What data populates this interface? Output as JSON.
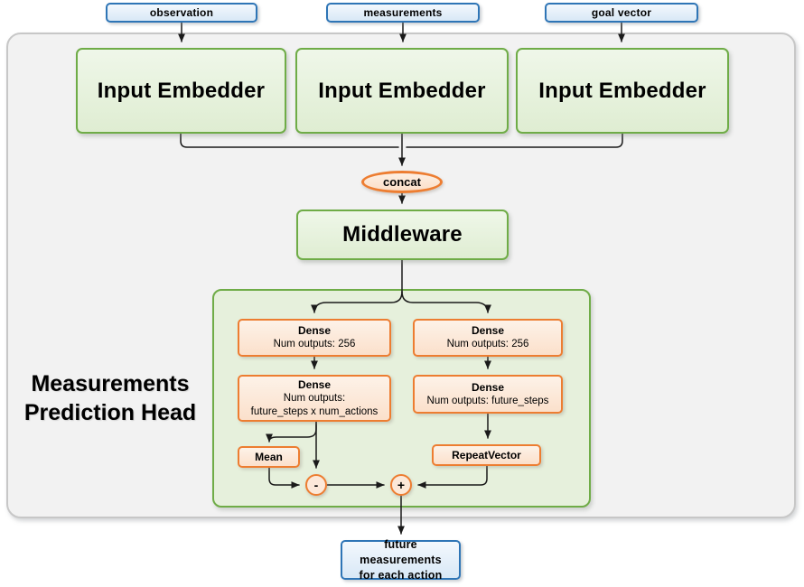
{
  "inputs": [
    {
      "label": "observation"
    },
    {
      "label": "measurements"
    },
    {
      "label": "goal vector"
    }
  ],
  "embedders": [
    {
      "label": "Input Embedder"
    },
    {
      "label": "Input Embedder"
    },
    {
      "label": "Input Embedder"
    }
  ],
  "concat": {
    "label": "concat"
  },
  "middleware": {
    "label": "Middleware"
  },
  "head_title": {
    "line1": "Measurements",
    "line2": "Prediction Head"
  },
  "prediction_head": {
    "left_branch": {
      "dense1": {
        "name": "Dense",
        "params": "Num outputs: 256"
      },
      "dense2": {
        "name": "Dense",
        "params_line1": "Num outputs:",
        "params_line2": "future_steps x num_actions"
      },
      "mean": {
        "label": "Mean"
      },
      "minus_op": "-"
    },
    "right_branch": {
      "dense1": {
        "name": "Dense",
        "params": "Num outputs: 256"
      },
      "dense2": {
        "name": "Dense",
        "params": "Num outputs: future_steps"
      },
      "repeat_vector": {
        "label": "RepeatVector"
      },
      "plus_op": "+"
    }
  },
  "output": {
    "line1": "future measurements",
    "line2": "for each action"
  },
  "colors": {
    "green_border": "#6FAC47",
    "green_fill": "#E2EFDA",
    "orange_border": "#ED7D31",
    "orange_fill": "#FCE4D4",
    "blue_border": "#2E75B6",
    "blue_fill": "#DDEBF7",
    "outer_panel_fill": "#F2F2F2",
    "outer_panel_border": "#C7C7C7",
    "wire": "#1A1A1A"
  }
}
